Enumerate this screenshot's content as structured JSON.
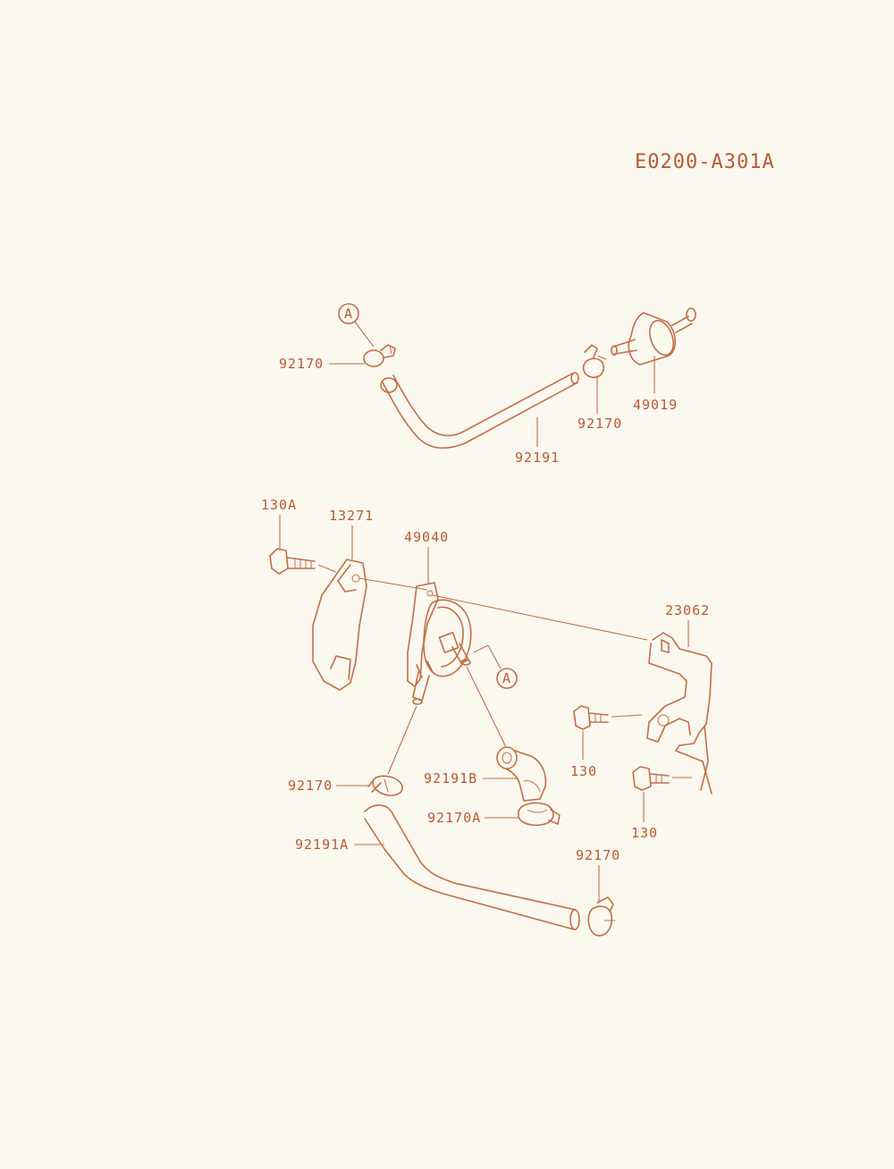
{
  "diagram": {
    "code": "E0200-A301A",
    "color": "#b85a33",
    "ref_mark": "A",
    "labels": {
      "clamp_top_left": "92170",
      "clamp_top_mid": "92170",
      "filter": "49019",
      "hose_top": "92191",
      "bolt_left": "130A",
      "cover": "13271",
      "pump": "49040",
      "bracket": "23062",
      "bolt_upper": "130",
      "bolt_lower": "130",
      "clamp_lower_left": "92170",
      "hose_short": "92191B",
      "clamp_a": "92170A",
      "hose_long": "92191A",
      "clamp_bottom": "92170"
    }
  }
}
